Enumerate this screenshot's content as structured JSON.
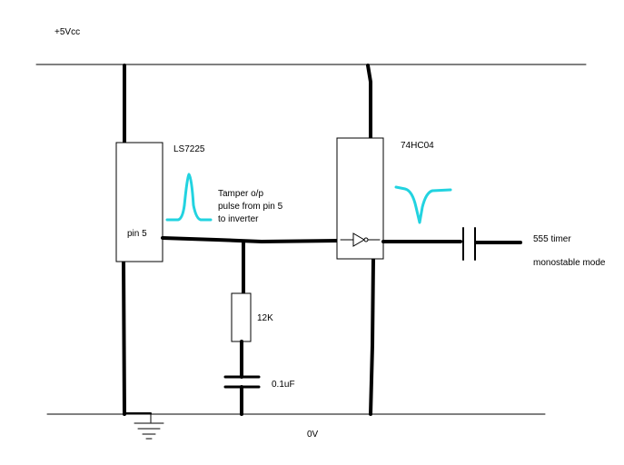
{
  "labels": {
    "supply": "+5Vcc",
    "ground": "0V",
    "ic1": "LS7225",
    "ic1_pin": "pin 5",
    "ic2": "74HC04",
    "note_line1": "Tamper o/p",
    "note_line2": "pulse from pin 5",
    "note_line3": "to inverter",
    "resistor": "12K",
    "capacitor": "0.1uF",
    "output_line1": "555 timer",
    "output_line2": "monostable mode"
  },
  "colors": {
    "wire": "#000000",
    "pulse": "#22d3e0",
    "background": "#ffffff"
  },
  "icons": {
    "ground_symbol": "ground-icon",
    "inverter_symbol": "not-gate-icon",
    "resistor_symbol": "resistor-icon",
    "capacitor_symbol": "capacitor-icon"
  }
}
